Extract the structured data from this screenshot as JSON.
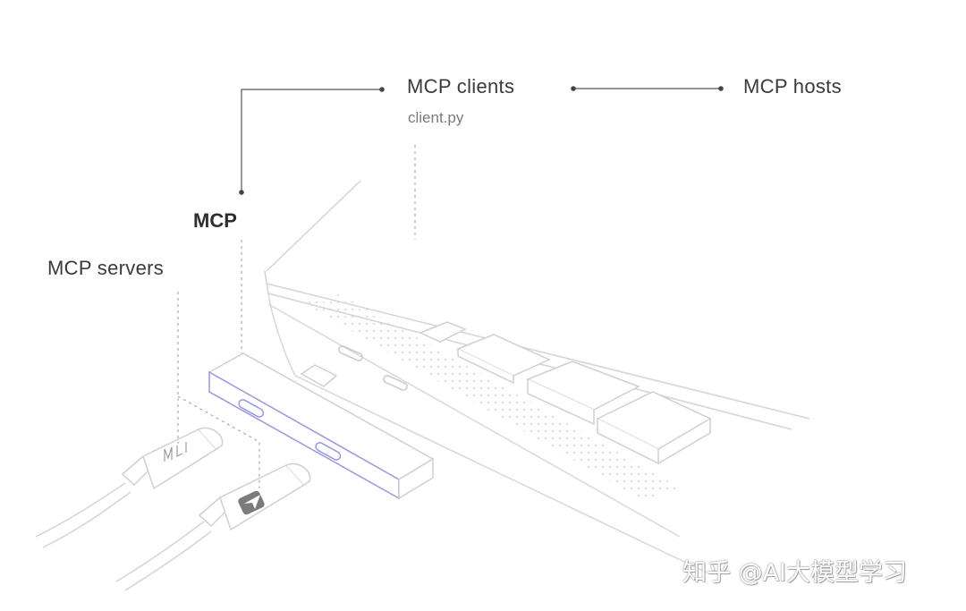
{
  "labels": {
    "mcp_clients": "MCP clients",
    "client_file": "client.py",
    "mcp_hosts": "MCP hosts",
    "mcp": "MCP",
    "mcp_servers": "MCP servers"
  },
  "watermark": "知乎 @AI大模型学习",
  "connectors": {
    "left_plug_logo": "MCP-logo",
    "right_plug_logo": "arrow-logo"
  },
  "colors": {
    "line": "#d6d6da",
    "accent": "#8f8fe0",
    "leader": "#555555",
    "text": "#3a3a3a"
  }
}
